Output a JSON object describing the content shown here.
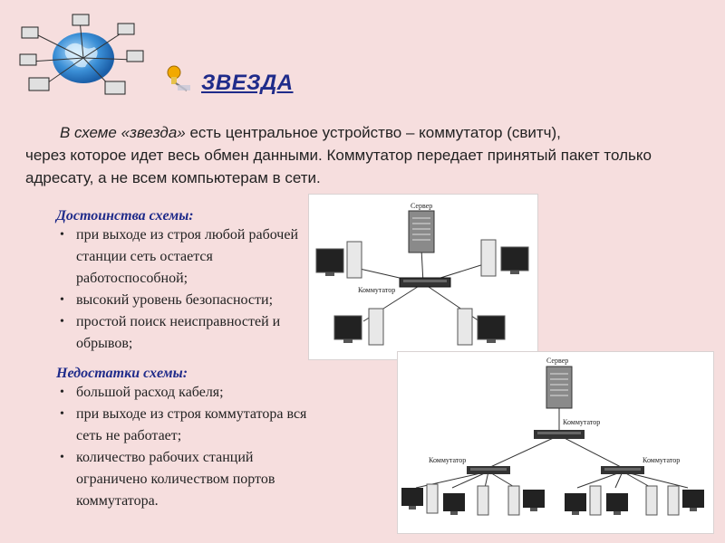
{
  "heading": "ЗВЕЗДА",
  "intro": {
    "term": "В схеме «звезда»",
    "rest_line1": " есть центральное устройство – коммутатор (свитч),",
    "rest_more": "через которое идет весь обмен данными. Коммутатор передает принятый пакет только адресату, а не всем компьютерам в сети."
  },
  "advantages": {
    "title": "Достоинства схемы:",
    "items": [
      "при выходе из строя любой рабочей станции сеть остается работоспособной;",
      "высокий уровень безопасности;",
      "простой поиск неисправностей и обрывов;"
    ]
  },
  "disadvantages": {
    "title": "Недостатки схемы:",
    "items": [
      "большой расход кабеля;",
      "при выходе из строя коммутатора вся сеть не работает;",
      "количество рабочих станций ограничено количеством портов коммутатора."
    ]
  },
  "diagram1": {
    "server_label": "Сервер",
    "switch_label": "Коммутатор"
  },
  "diagram2": {
    "server_label": "Сервер",
    "switch_label_top": "Коммутатор",
    "switch_label_left": "Коммутатор",
    "switch_label_right": "Коммутатор"
  },
  "colors": {
    "background": "#f6dede",
    "accent": "#1f2b8a",
    "globe": "#3b8fd6"
  },
  "icons": [
    "globe-network-icon",
    "pushpin-icon",
    "bullet-icon",
    "server-icon",
    "switch-icon",
    "monitor-icon",
    "pc-tower-icon"
  ]
}
